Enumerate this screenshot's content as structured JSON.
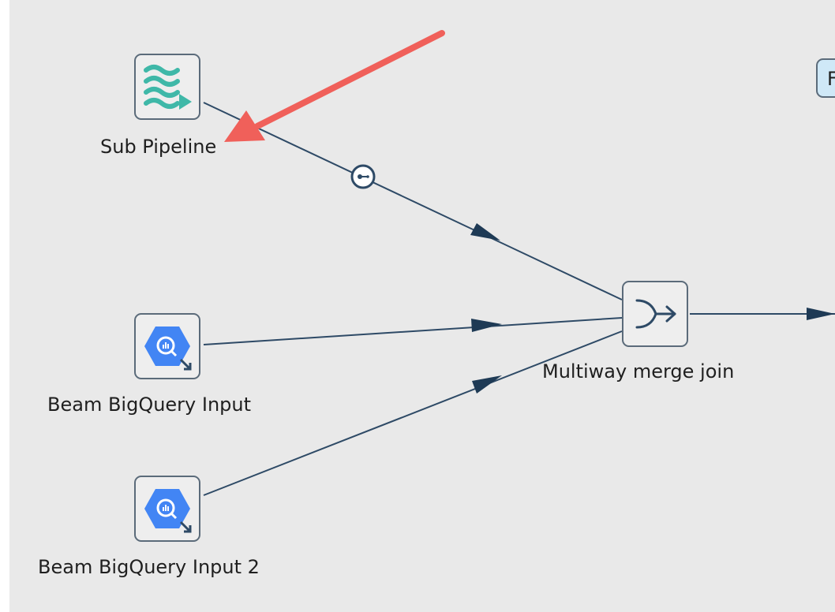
{
  "nodes": {
    "sub_pipeline": {
      "label": "Sub Pipeline"
    },
    "bq_input_1": {
      "label": "Beam BigQuery Input"
    },
    "bq_input_2": {
      "label": "Beam BigQuery Input 2"
    },
    "merge_join": {
      "label": "Multiway merge join"
    },
    "partial_node": {
      "label": "F"
    }
  },
  "colors": {
    "canvas": "#e9e9e9",
    "hop": "#2e4a66",
    "annotation_arrow": "#f0605a",
    "bigquery_blue": "#4285f4",
    "pipeline_teal": "#3fb8a8"
  },
  "icons": {
    "sub_pipeline": "wave-play-icon",
    "bq_input": "bigquery-icon",
    "merge_join": "merge-join-icon",
    "hop_info": "info-circle-icon"
  }
}
